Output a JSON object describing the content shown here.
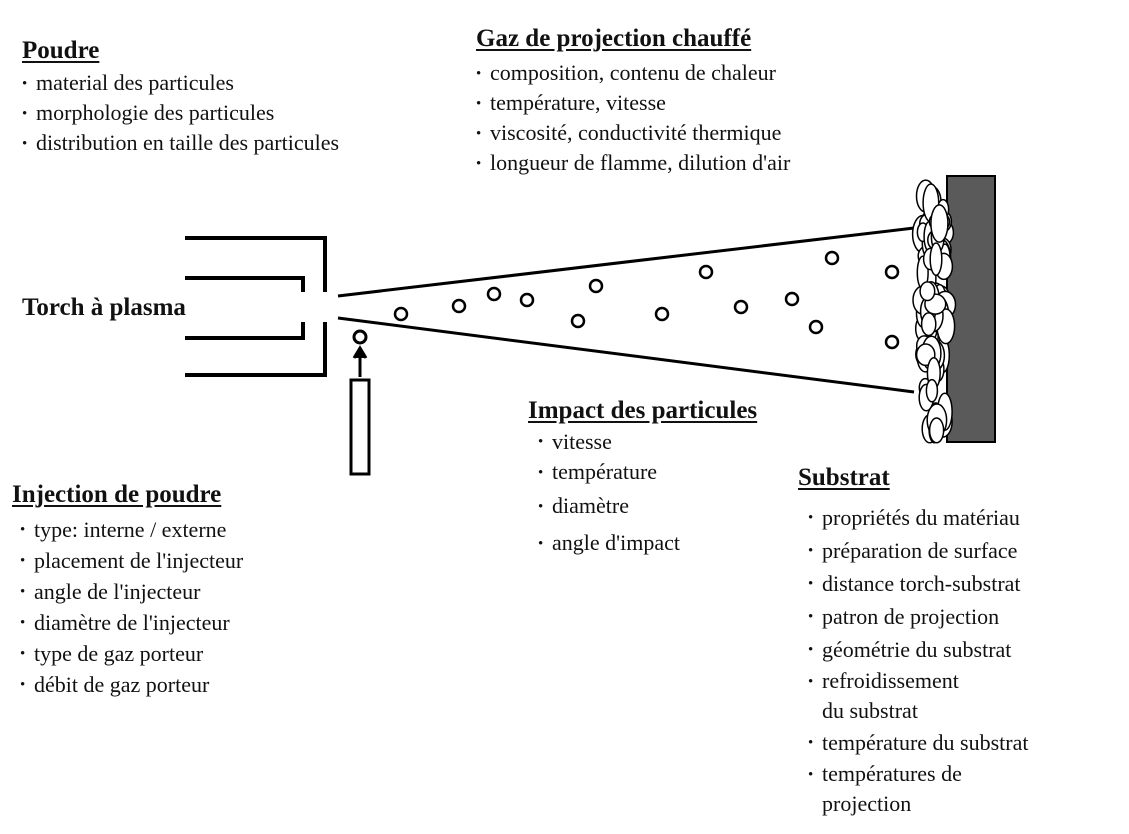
{
  "poudre": {
    "title": "Poudre",
    "items": [
      "material des particules",
      "morphologie des particules",
      "distribution en taille des particules"
    ]
  },
  "gaz": {
    "title": "Gaz de projection chauffé",
    "items": [
      "composition, contenu de chaleur",
      "température, vitesse",
      "viscosité, conductivité thermique",
      "longueur de flamme, dilution d'air"
    ]
  },
  "torch": {
    "label": "Torch à plasma"
  },
  "impact": {
    "title": "Impact des particules",
    "items": [
      "vitesse",
      "température",
      "diamètre",
      "angle d'impact"
    ]
  },
  "injection": {
    "title": "Injection de poudre",
    "items": [
      "type: interne / externe",
      "placement de l'injecteur",
      "angle de l'injecteur",
      "diamètre de l'injecteur",
      "type de gaz porteur",
      "débit de gaz porteur"
    ]
  },
  "substrat": {
    "title": "Substrat",
    "items": [
      "propriétés du matériau",
      "préparation de surface",
      "distance torch-substrat",
      "patron de projection",
      "géométrie du substrat",
      "refroidissement",
      "température du substrat",
      "températures de"
    ],
    "item_continuations": [
      "du substrat",
      "projection"
    ]
  }
}
